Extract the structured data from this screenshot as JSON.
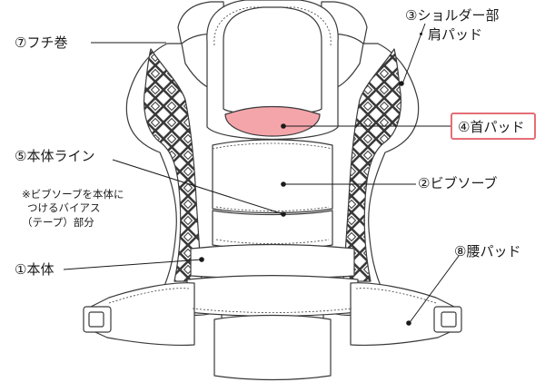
{
  "labels": {
    "l7": "⑦フチ巻",
    "l3a": "③ショルダー部",
    "l3b": "・肩パッド",
    "l4": "④首パッド",
    "l5": "⑤本体ライン",
    "l2": "②ビブソーブ",
    "note1": "※ビブソーブを本体に",
    "note2": "つけるバイアス",
    "note3": "（テープ）部分",
    "l1": "①本体",
    "l8": "⑧腰パッド"
  },
  "colors": {
    "line": "#3a3a3a",
    "neck_pad_fill": "#f4a5aa",
    "highlight_border": "#e46e76",
    "body_fill": "#ffffff"
  }
}
